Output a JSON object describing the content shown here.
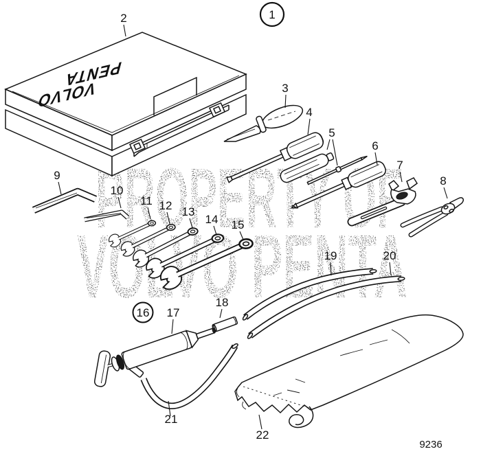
{
  "figure": {
    "figure_ref": "1",
    "group_ref": "16",
    "drawing_number": "9236"
  },
  "watermark": {
    "line1": "PROPERTY OF",
    "line2": "VOLVO PENTA"
  },
  "case_brand": {
    "line1": "VOLVO",
    "line2": "PENTA"
  },
  "callouts": {
    "tool_case": "2",
    "knife": "3",
    "screwdriver_flat": "4",
    "test_pin": "5",
    "screwdriver_phillips": "6",
    "adjustable_wrench": "7",
    "pliers": "8",
    "hex_key_large": "9",
    "hex_key_small": "10",
    "wrench_11": "11",
    "wrench_12": "12",
    "wrench_13": "13",
    "wrench_14": "14",
    "wrench_15": "15",
    "pump": "17",
    "hose_connector": "18",
    "hose_upper": "19",
    "hose_lower": "20",
    "pump_hose": "21",
    "tool_bag": "22"
  }
}
